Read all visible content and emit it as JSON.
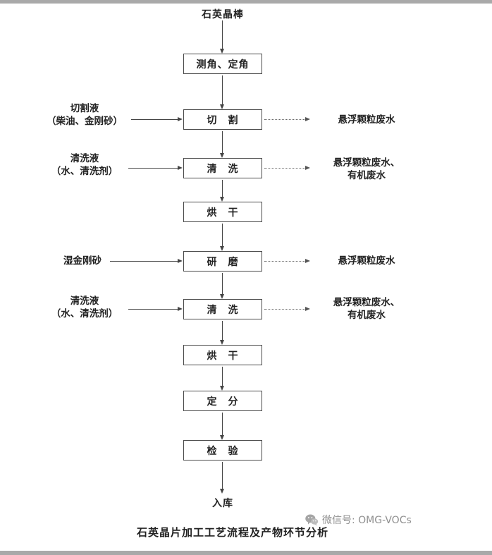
{
  "page": {
    "caption": "石英晶片加工工艺流程及产物环节分析",
    "watermark": "微信号: OMG-VOCs"
  },
  "flow": {
    "start": "石英晶棒",
    "end": "入库",
    "boxes": [
      "测角、定角",
      "切　割",
      "清　洗",
      "烘　干",
      "研　磨",
      "清　洗",
      "烘　干",
      "定　分",
      "检　验"
    ],
    "inputs": [
      {
        "text": "切割液\n（柴油、金刚砂）"
      },
      {
        "text": "清洗液\n（水、清洗剂）"
      },
      {
        "text": "湿金刚砂"
      },
      {
        "text": "清洗液\n（水、清洗剂）"
      }
    ],
    "outputs": [
      {
        "text": "悬浮颗粒废水"
      },
      {
        "text": "悬浮颗粒废水、\n有机废水"
      },
      {
        "text": "悬浮颗粒废水"
      },
      {
        "text": "悬浮颗粒废水、\n有机废水"
      }
    ]
  }
}
